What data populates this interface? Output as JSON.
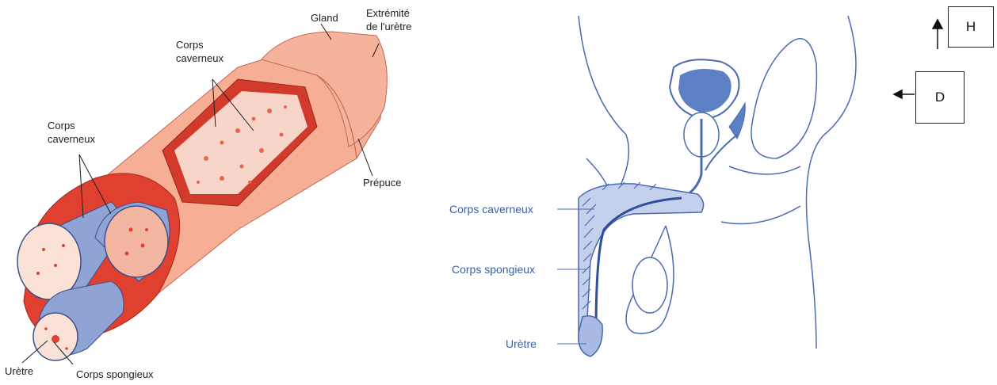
{
  "left_diagram": {
    "labels": {
      "gland": "Gland",
      "extremite": "Extrémité\nde l'urètre",
      "corps_caverneux_top": "Corps\ncaverneux",
      "corps_caverneux_left": "Corps\ncaverneux",
      "prepuce": "Prépuce",
      "uretre": "Urètre",
      "corps_spongieux": "Corps spongieux"
    }
  },
  "right_diagram": {
    "labels": {
      "corps_caverneux": "Corps caverneux",
      "corps_spongieux": "Corps spongieux",
      "uretre": "Urètre"
    },
    "orientation": {
      "up": "H",
      "right": "D"
    }
  },
  "colors": {
    "flesh": "#f4a48c",
    "tissue_red": "#d93a2a",
    "outline_blue": "#4a6bb0",
    "fill_blue": "#5d7fc4",
    "label_blue": "#3a5fa8"
  }
}
